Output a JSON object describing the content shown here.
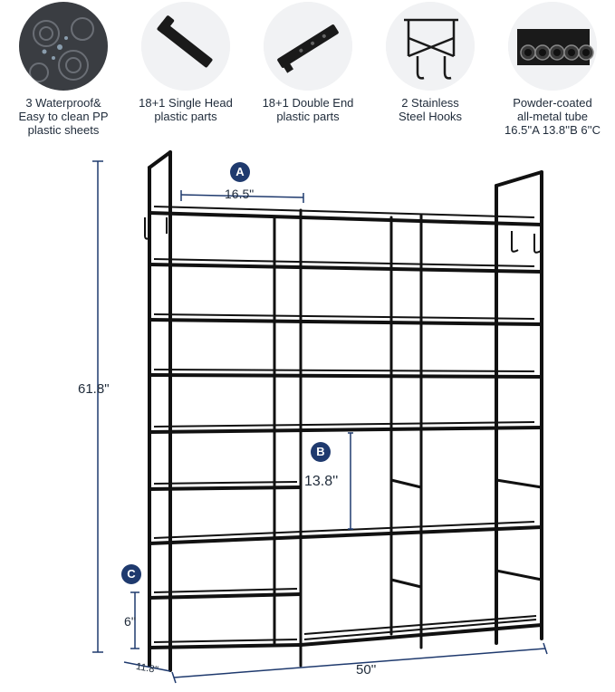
{
  "features": [
    {
      "icon": "pp-sheet-icon",
      "label": "3 Waterproof&\nEasy to clean PP\nplastic sheets"
    },
    {
      "icon": "single-head-connector-icon",
      "label": "18+1 Single Head\nplastic parts"
    },
    {
      "icon": "double-end-connector-icon",
      "label": "18+1 Double End\nplastic parts"
    },
    {
      "icon": "steel-hook-icon",
      "label": "2 Stainless\nSteel Hooks"
    },
    {
      "icon": "metal-tube-icon",
      "label": "Powder-coated\nall-metal tube\n16.5''A 13.8''B 6''C"
    }
  ],
  "dimensions": {
    "height": "61.8\"",
    "width": "50''",
    "depth": "11.8''",
    "a_value": "16.5\"",
    "b_value": "13.8''",
    "c_value": "6''"
  },
  "markers": {
    "a": "A",
    "b": "B",
    "c": "C"
  },
  "colors": {
    "frame": "#111111",
    "marker": "#1f3a6e",
    "dim_line": "#1f3a6e"
  }
}
